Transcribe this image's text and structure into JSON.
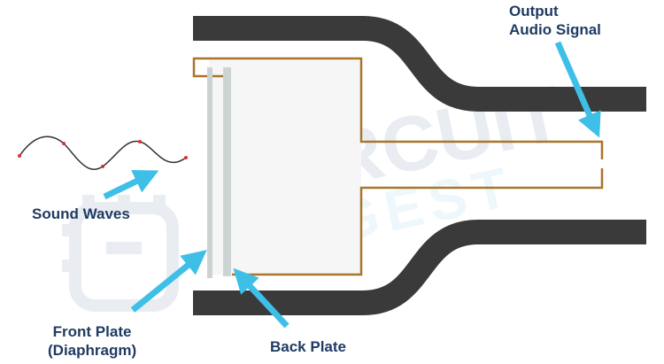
{
  "labels": {
    "output_line1": "Output",
    "output_line2": "Audio Signal",
    "sound_waves": "Sound Waves",
    "front_plate_line1": "Front Plate",
    "front_plate_line2": "(Diaphragm)",
    "back_plate": "Back Plate"
  },
  "watermark": {
    "line1": "CIRCUIT",
    "line2": "DIGEST"
  },
  "colors": {
    "housing": "#3a3a3a",
    "wire": "#a8762a",
    "arrow": "#3ebfe8",
    "label_text": "#1f3b63",
    "plate": "#ccd3d3",
    "wave": "#333333",
    "wave_dot": "#e03030",
    "watermark": "#e9edf2"
  },
  "icons": {
    "arrow": "arrow-icon",
    "watermark_logo": "chip-logo-icon"
  }
}
